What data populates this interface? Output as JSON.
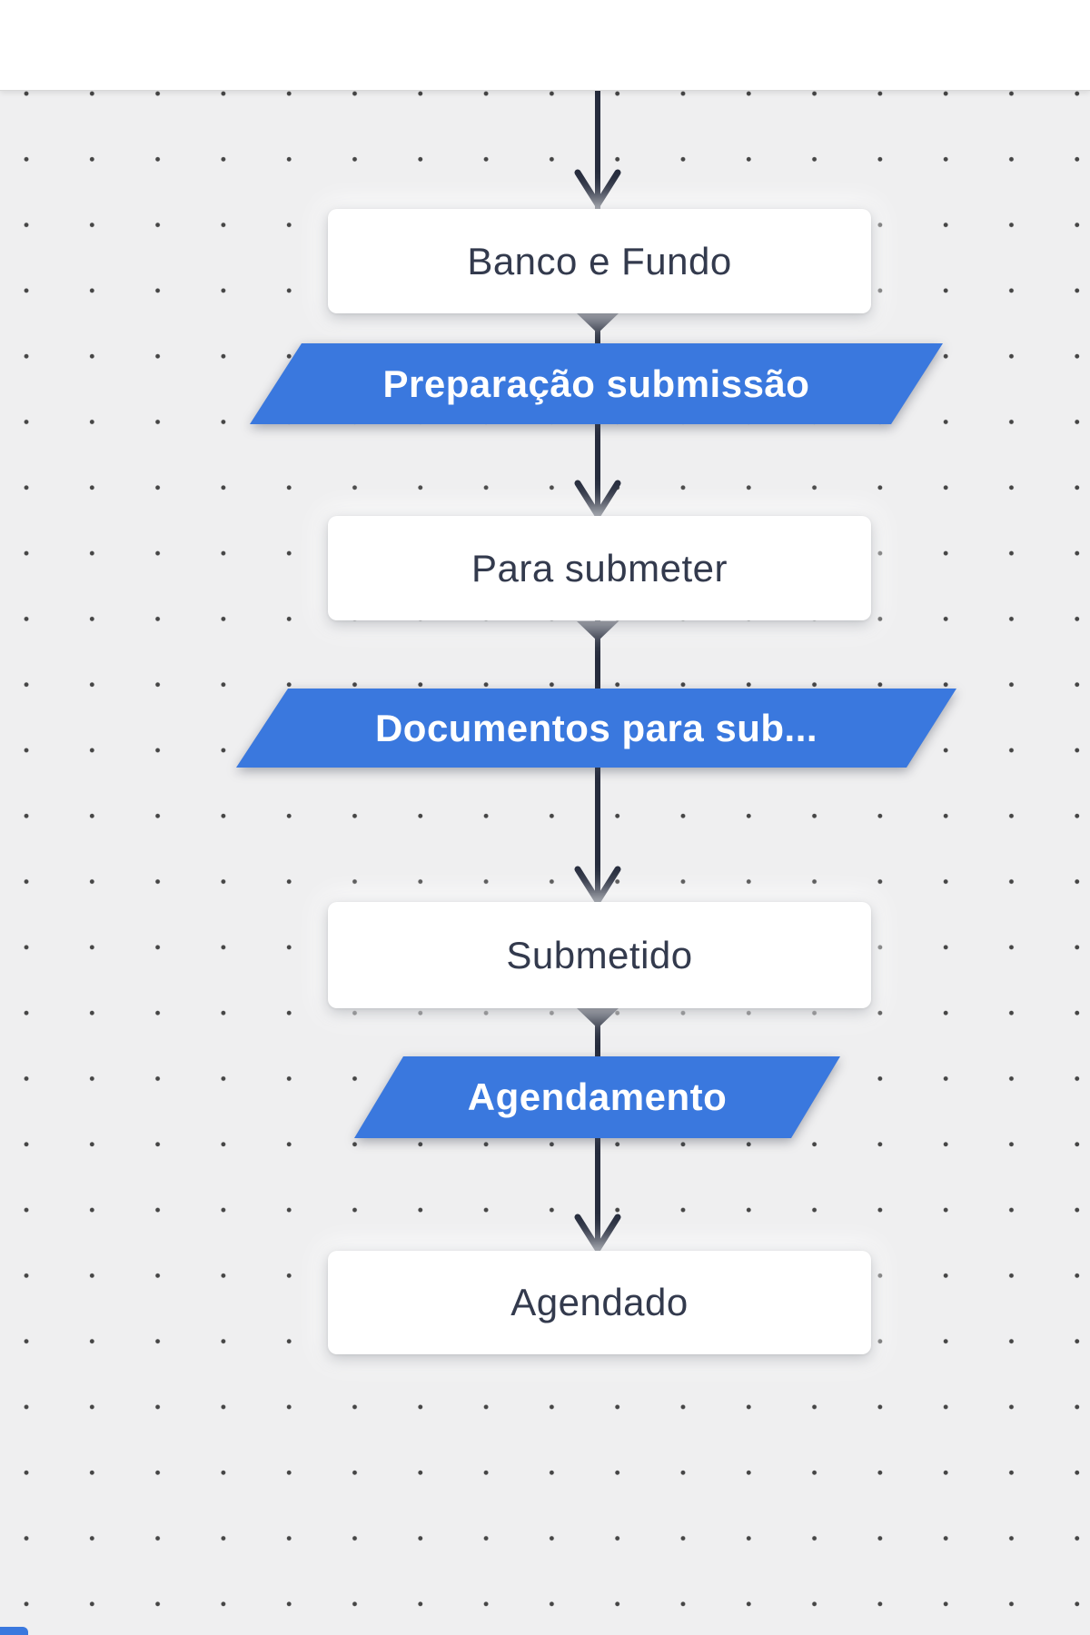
{
  "flow": {
    "stages": [
      {
        "type": "stage",
        "label": "Banco e Fundo"
      },
      {
        "type": "activity",
        "label": "Preparação submissão"
      },
      {
        "type": "stage",
        "label": "Para submeter"
      },
      {
        "type": "activity",
        "label": "Documentos para sub..."
      },
      {
        "type": "stage",
        "label": "Submetido"
      },
      {
        "type": "activity",
        "label": "Agendamento"
      },
      {
        "type": "stage",
        "label": "Agendado"
      }
    ]
  },
  "colors": {
    "activity_blue": "#3a78de",
    "arrow_navy": "#262c3d",
    "stage_text": "#333a4d",
    "canvas_background": "#efeff0",
    "topbar_background": "#ffffff"
  }
}
